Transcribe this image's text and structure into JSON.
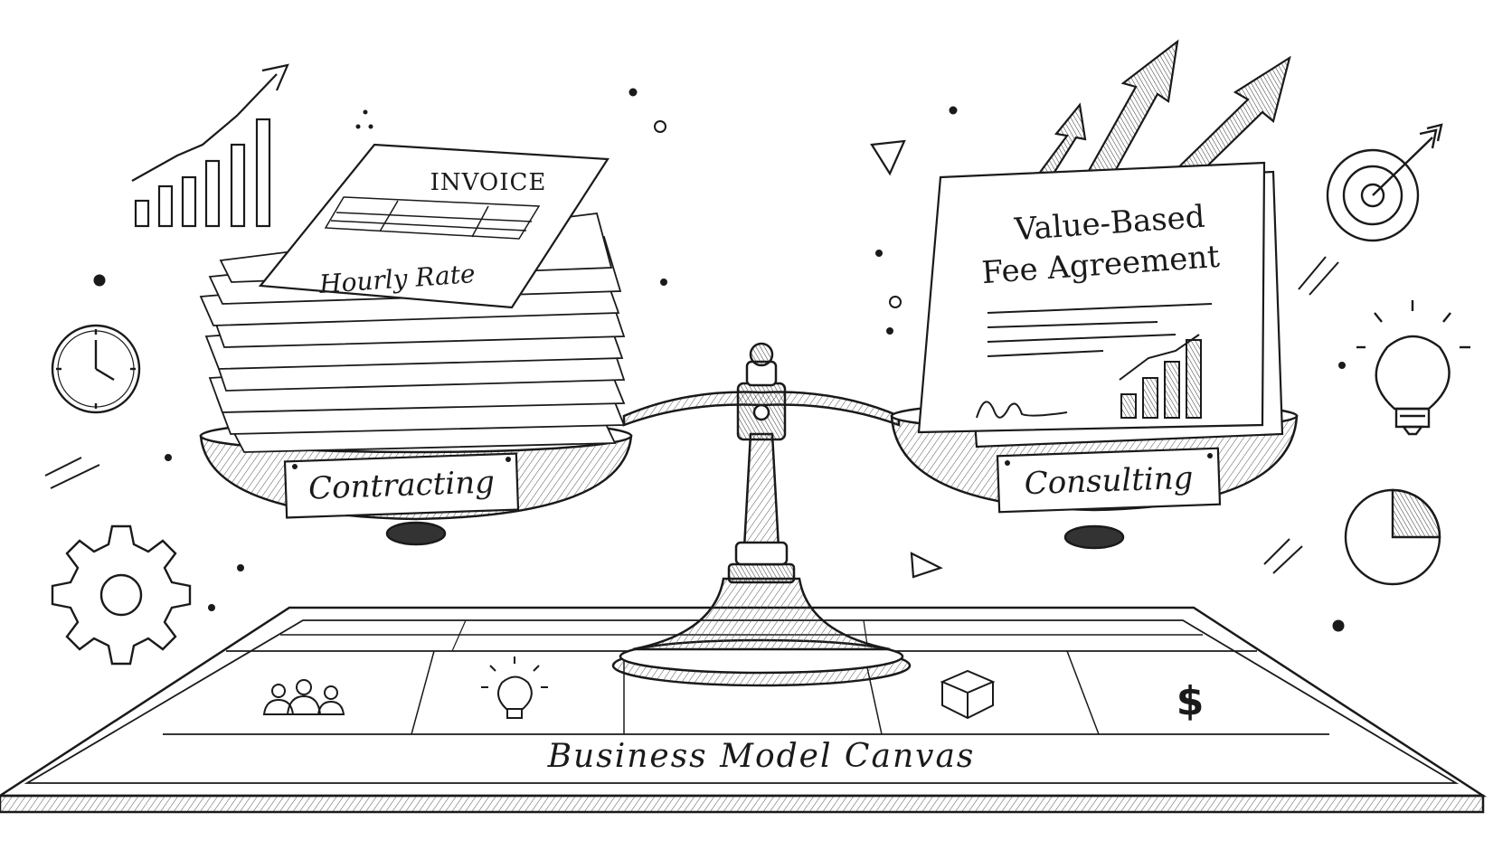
{
  "illustration": {
    "left_pan": {
      "document": {
        "title": "INVOICE",
        "subtitle": "Hourly Rate"
      },
      "plaque": "Contracting"
    },
    "right_pan": {
      "document": {
        "title_line1": "Value-Based",
        "title_line2": "Fee Agreement"
      },
      "plaque": "Consulting"
    },
    "board": {
      "title": "Business Model Canvas",
      "cell_icons": [
        "people-icon",
        "lightbulb-icon",
        "box-icon",
        "dollar-icon"
      ],
      "dollar_glyph": "$"
    },
    "doodles": [
      "bar-chart-icon",
      "clock-icon",
      "gear-icon",
      "target-icon",
      "lightbulb-icon",
      "pie-chart-icon",
      "growth-arrows-icon"
    ]
  },
  "colors": {
    "ink": "#1a1a1a",
    "paper": "#ffffff",
    "shade": "#d9d9d9"
  }
}
